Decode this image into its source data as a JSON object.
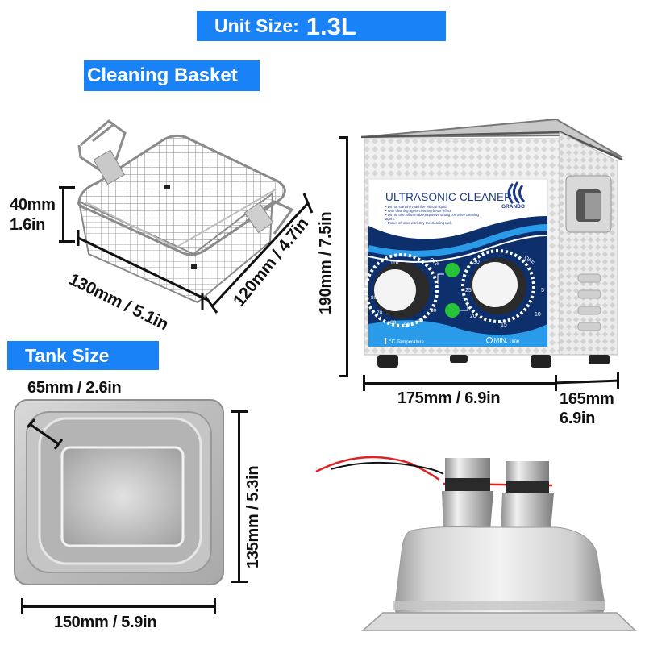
{
  "header": {
    "unit_size_label": "Unit Size:",
    "unit_size_value": "1.3L"
  },
  "sections": {
    "basket_title": "Cleaning Basket",
    "tank_title": "Tank Size"
  },
  "basket": {
    "height_mm": "40mm",
    "height_in": "1.6in",
    "length": "130mm / 5.1in",
    "width": "120mm / 4.7in"
  },
  "unit": {
    "height": "190mm / 7.5in",
    "width": "175mm / 6.9in",
    "depth_mm": "165mm",
    "depth_in": "6.9in",
    "panel": {
      "title": "ULTRASONIC CLEANER",
      "brand": "GRANBO",
      "warnings": [
        "• Do not start the machine without liquid.",
        "• With cleaning agent cleaning better effect.",
        "• Do not use inflammable,explosive strong corrosive cleaning agent.",
        "• Power off after work.Dry the cleaning tank."
      ],
      "temp_dial": {
        "labels": [
          "110",
          "100",
          "90",
          "80",
          "70",
          "60",
          "50",
          "40",
          "30",
          "OFF"
        ],
        "caption_unit": "°C",
        "caption": "Temperature"
      },
      "time_dial": {
        "labels": [
          "30",
          "25",
          "20",
          "15",
          "10",
          "5",
          "OFF"
        ],
        "caption_unit": "MIN.",
        "caption": "Time"
      },
      "indicator_color": "#27c43a",
      "panel_color": "#0d2f6b",
      "wave_color": "#2a9be8"
    }
  },
  "tank": {
    "depth": "65mm / 2.6in",
    "length": "135mm / 5.3in",
    "width": "150mm / 5.9in"
  },
  "colors": {
    "banner": "#1a82f7",
    "text": "#111111"
  }
}
